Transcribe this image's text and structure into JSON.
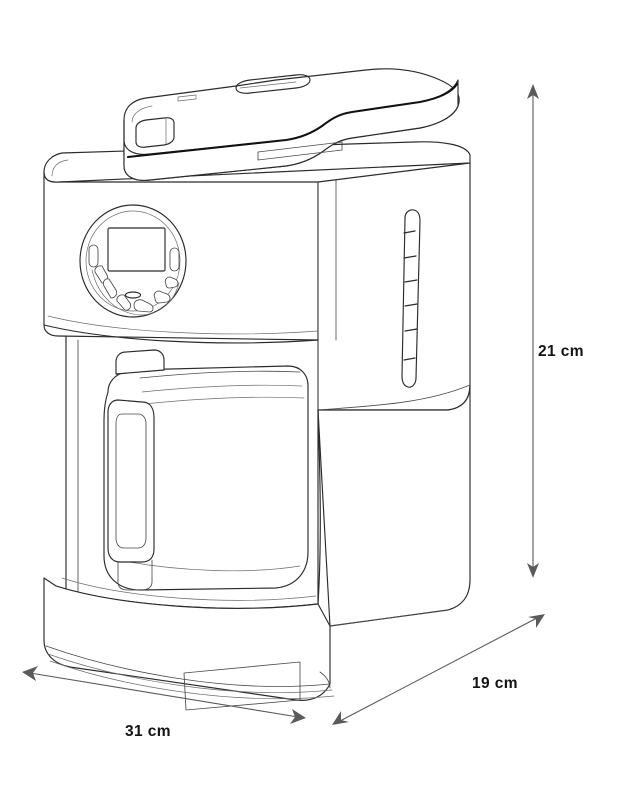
{
  "drawing": {
    "subject": "coffee-maker",
    "view": "three-quarter-perspective-line-drawing",
    "background_color": "#ffffff",
    "line_color": "#2b2b2b"
  },
  "dimensions": {
    "height": {
      "value": "21 cm",
      "axis": "vertical",
      "label_color": "#131313"
    },
    "width": {
      "value": "31 cm",
      "axis": "horizontal",
      "label_color": "#131313"
    },
    "depth": {
      "value": "19 cm",
      "axis": "diagonal",
      "label_color": "#131313"
    }
  },
  "product_parts": {
    "lid": "hinged top lid",
    "lid_handle": "recessed grip slot",
    "lid_latch": "release tab",
    "control_panel": "circular control panel",
    "display": "lcd display",
    "buttons": "arc of control buttons",
    "indicator": "status indicator",
    "water_gauge": "water level window",
    "carafe": "glass carafe",
    "carafe_handle": "carafe handle",
    "warming_plate": "warming plate",
    "base": "appliance base"
  }
}
